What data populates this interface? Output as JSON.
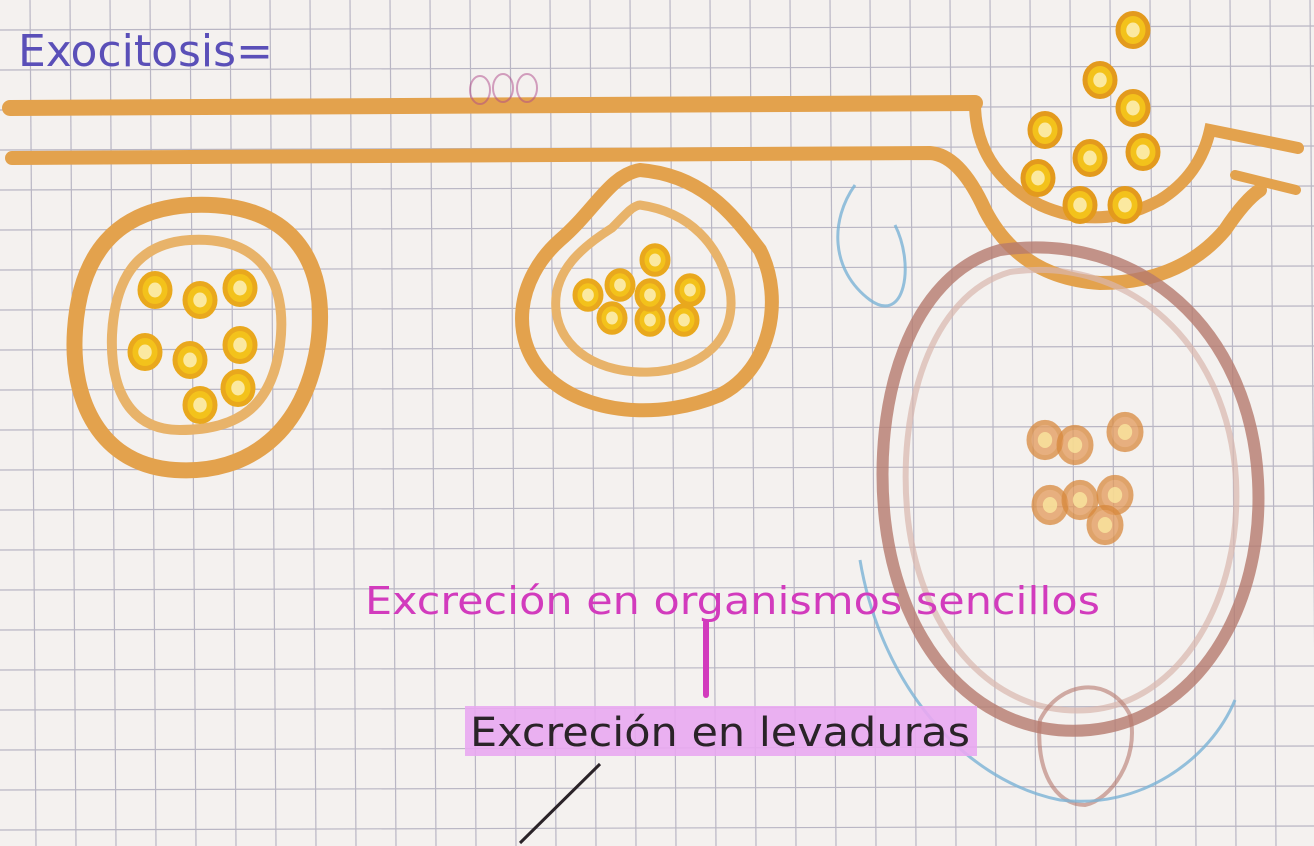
{
  "title": "Exocitosis=",
  "label_simple_organisms": "Excreción en organismos sencillos",
  "label_yeasts": "Excreción en levaduras",
  "colors": {
    "paper": "#f4f1ef",
    "grid": "#b9b6c4",
    "membrane": "#e3a24d",
    "granule_fill": "#f3c21b",
    "granule_stroke": "#e39a1d",
    "pink_ink": "#d23bbd",
    "highlight": "#e9a8f1",
    "title_ink": "#5a4fb8",
    "cell_outline": "#b57a6e",
    "blue_ink": "#7bb3d6"
  }
}
